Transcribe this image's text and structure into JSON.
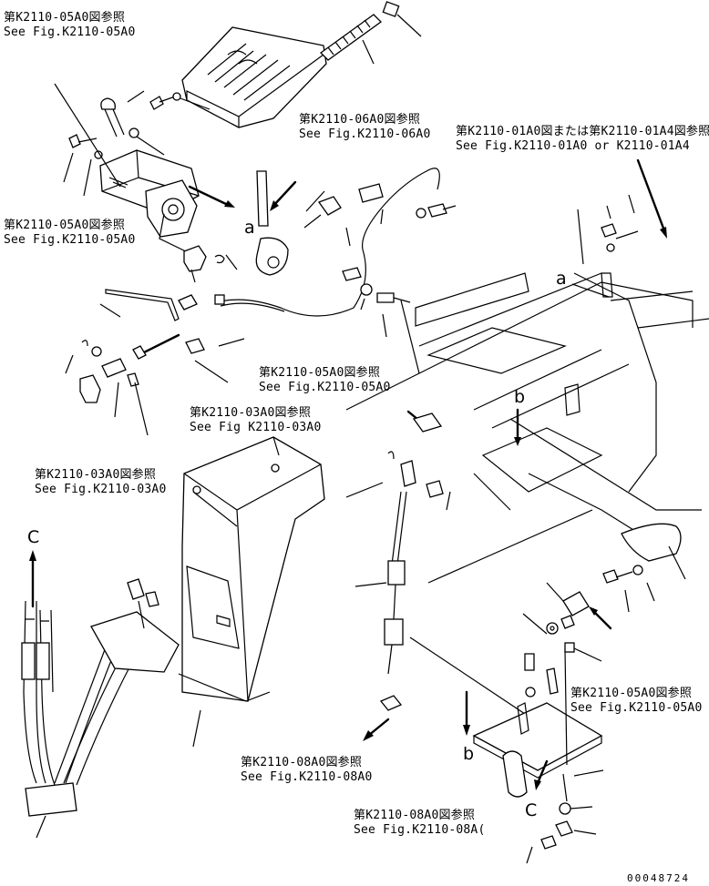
{
  "references": [
    {
      "id": "ref-1",
      "jp": "第K2110-05A0図参照",
      "en": "See Fig.K2110-05A0"
    },
    {
      "id": "ref-2",
      "jp": "第K2110-06A0図参照",
      "en": "See Fig.K2110-06A0"
    },
    {
      "id": "ref-3",
      "jp": "第K2110-01A0図または第K2110-01A4図参照",
      "en": "See Fig.K2110-01A0 or K2110-01A4"
    },
    {
      "id": "ref-4",
      "jp": "第K2110-05A0図参照",
      "en": "See Fig.K2110-05A0"
    },
    {
      "id": "ref-5",
      "jp": "第K2110-05A0図参照",
      "en": "See Fig.K2110-05A0"
    },
    {
      "id": "ref-6",
      "jp": "第K2110-03A0図参照",
      "en": "See Fig K2110-03A0"
    },
    {
      "id": "ref-7",
      "jp": "第K2110-03A0図参照",
      "en": "See Fig.K2110-03A0"
    },
    {
      "id": "ref-8",
      "jp": "第K2110-05A0図参照",
      "en": "See Fig.K2110-05A0"
    },
    {
      "id": "ref-9",
      "jp": "第K2110-08A0図参照",
      "en": "See Fig.K2110-08A0"
    },
    {
      "id": "ref-10",
      "jp": "第K2110-08A0図参照",
      "en": "See Fig.K2110-08A("
    }
  ],
  "markers": {
    "a1": "a",
    "a2": "a",
    "b1": "b",
    "b2": "b",
    "c1": "C",
    "c2": "C"
  },
  "document_id": "00048724"
}
